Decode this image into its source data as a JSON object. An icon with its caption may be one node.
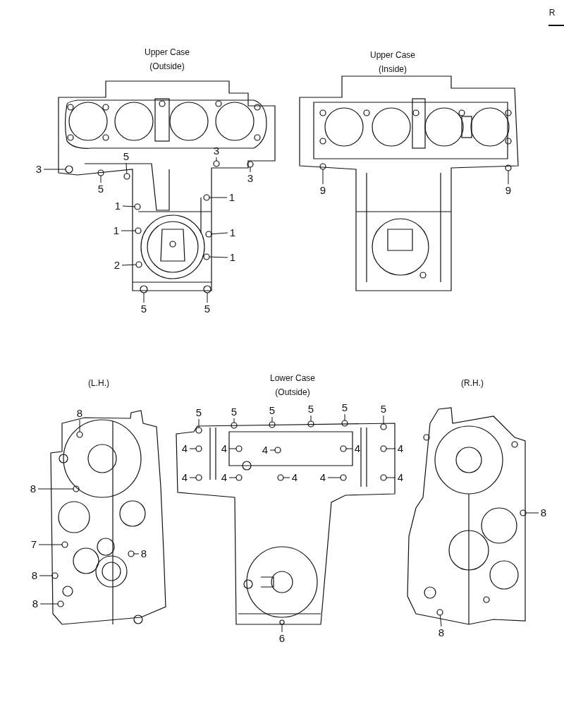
{
  "diagram": {
    "nodes": [
      {
        "text": [
          "3"
        ]
      },
      {
        "text": [
          "5"
        ]
      },
      {
        "text": [
          "3"
        ]
      },
      {
        "text": [
          "3"
        ]
      },
      {
        "text": [
          "5"
        ]
      },
      {
        "text": [
          "1"
        ]
      },
      {
        "text": [
          "1"
        ]
      },
      {
        "text": [
          "1"
        ]
      },
      {
        "text": [
          "1"
        ]
      },
      {
        "text": [
          "1"
        ]
      },
      {
        "text": [
          "2"
        ]
      },
      {
        "text": [
          "5"
        ]
      },
      {
        "text": [
          "5"
        ]
      },
      {
        "text": [
          "9"
        ]
      },
      {
        "text": [
          "9"
        ]
      },
      {
        "text": [
          "8"
        ]
      },
      {
        "text": [
          "8"
        ]
      },
      {
        "text": [
          "7"
        ]
      },
      {
        "text": [
          "8"
        ]
      },
      {
        "text": [
          "8"
        ]
      },
      {
        "text": [
          "8"
        ]
      },
      {
        "text": [
          "5"
        ]
      },
      {
        "text": [
          "5"
        ]
      },
      {
        "text": [
          "5"
        ]
      },
      {
        "text": [
          "5"
        ]
      },
      {
        "text": [
          "5"
        ]
      },
      {
        "text": [
          "5"
        ]
      },
      {
        "text": [
          "4"
        ]
      },
      {
        "text": [
          "4"
        ]
      },
      {
        "text": [
          "4"
        ]
      },
      {
        "text": [
          "4"
        ]
      },
      {
        "text": [
          "4"
        ]
      },
      {
        "text": [
          "4"
        ]
      },
      {
        "text": [
          "4"
        ]
      },
      {
        "text": [
          "4"
        ]
      },
      {
        "text": [
          "4"
        ]
      },
      {
        "text": [
          "4"
        ]
      },
      {
        "text": [
          "6"
        ]
      },
      {
        "text": [
          "8"
        ]
      },
      {
        "text": [
          "8"
        ]
      },
      {
        "text": [],
        "shape": "circle"
      },
      {
        "text": [],
        "shape": "circle"
      },
      {
        "text": [],
        "shape": "circle"
      },
      {
        "text": [],
        "shape": "circle"
      },
      {
        "text": [],
        "shape": "circle"
      },
      {
        "text": [],
        "shape": "circle"
      },
      {
        "text": [],
        "shape": "circle"
      },
      {
        "text": [],
        "shape": "circle"
      },
      {
        "text": [],
        "shape": "circle"
      },
      {
        "text": [],
        "shape": "circle"
      },
      {
        "text": [],
        "shape": "circle"
      },
      {
        "text": [],
        "shape": "circle"
      },
      {
        "text": [],
        "shape": "circle"
      },
      {
        "text": [],
        "shape": "circle"
      },
      {
        "text": [],
        "shape": "circle"
      },
      {
        "text": [],
        "shape": "circle"
      },
      {
        "text": [],
        "shape": "circle"
      },
      {
        "text": [],
        "shape": "circle"
      },
      {
        "text": [],
        "shape": "circle"
      },
      {
        "text": [],
        "shape": "circle"
      },
      {
        "text": [],
        "shape": "circle"
      },
      {
        "text": [],
        "shape": "circle"
      },
      {
        "text": [],
        "shape": "circle"
      },
      {
        "text": [],
        "shape": "circle"
      },
      {
        "text": [],
        "shape": "circle"
      },
      {
        "text": [],
        "shape": "circle"
      },
      {
        "text": [],
        "shape": "circle"
      },
      {
        "text": [],
        "shape": "circle"
      },
      {
        "text": [],
        "shape": "circle"
      },
      {
        "text": [],
        "shape": "circle"
      },
      {
        "text": [],
        "shape": "circle"
      },
      {
        "text": [],
        "shape": "circle"
      },
      {
        "text": [],
        "shape": "circle"
      },
      {
        "text": [],
        "shape": "circle"
      },
      {
        "text": [],
        "shape": "circle"
      },
      {
        "text": [],
        "shape": "circle"
      },
      {
        "text": [],
        "shape": "circle"
      },
      {
        "text": [],
        "shape": "circle"
      },
      {
        "text": [],
        "shape": "circle"
      },
      {
        "text": [],
        "shape": "circle"
      }
    ],
    "edges": [
      {
        "from": 0,
        "to": 40,
        "arrow": "none"
      },
      {
        "from": 1,
        "to": 41,
        "arrow": "none"
      },
      {
        "from": 2,
        "to": 42,
        "arrow": "none"
      },
      {
        "from": 3,
        "to": 43,
        "arrow": "none"
      },
      {
        "from": 4,
        "to": 44,
        "arrow": "none"
      },
      {
        "from": 5,
        "to": 45,
        "arrow": "none"
      },
      {
        "from": 6,
        "to": 46,
        "arrow": "none"
      },
      {
        "from": 7,
        "to": 47,
        "arrow": "none"
      },
      {
        "from": 8,
        "to": 48,
        "arrow": "none"
      },
      {
        "from": 9,
        "to": 49,
        "arrow": "none"
      },
      {
        "from": 10,
        "to": 50,
        "arrow": "none"
      },
      {
        "from": 11,
        "to": 51,
        "arrow": "none"
      },
      {
        "from": 12,
        "to": 52,
        "arrow": "none"
      },
      {
        "from": 13,
        "to": 53,
        "arrow": "none"
      },
      {
        "from": 14,
        "to": 54,
        "arrow": "none"
      },
      {
        "from": 15,
        "to": 55,
        "arrow": "none"
      },
      {
        "from": 16,
        "to": 56,
        "arrow": "none"
      },
      {
        "from": 17,
        "to": 57,
        "arrow": "none"
      },
      {
        "from": 18,
        "to": 58,
        "arrow": "none"
      },
      {
        "from": 19,
        "to": 59,
        "arrow": "none"
      },
      {
        "from": 20,
        "to": 60,
        "arrow": "none"
      },
      {
        "from": 21,
        "to": 61,
        "arrow": "none"
      },
      {
        "from": 22,
        "to": 62,
        "arrow": "none"
      },
      {
        "from": 23,
        "to": 63,
        "arrow": "none"
      },
      {
        "from": 24,
        "to": 64,
        "arrow": "none"
      },
      {
        "from": 25,
        "to": 65,
        "arrow": "none"
      },
      {
        "from": 26,
        "to": 66,
        "arrow": "none"
      },
      {
        "from": 27,
        "to": 67,
        "arrow": "none"
      },
      {
        "from": 28,
        "to": 68,
        "arrow": "none"
      },
      {
        "from": 29,
        "to": 69,
        "arrow": "none"
      },
      {
        "from": 30,
        "to": 70,
        "arrow": "none"
      },
      {
        "from": 31,
        "to": 71,
        "arrow": "none"
      },
      {
        "from": 32,
        "to": 72,
        "arrow": "none"
      },
      {
        "from": 33,
        "to": 73,
        "arrow": "none"
      },
      {
        "from": 34,
        "to": 74,
        "arrow": "none"
      },
      {
        "from": 35,
        "to": 75,
        "arrow": "none"
      },
      {
        "from": 36,
        "to": 76,
        "arrow": "none"
      },
      {
        "from": 37,
        "to": 77,
        "arrow": "none"
      },
      {
        "from": 38,
        "to": 78,
        "arrow": "none"
      },
      {
        "from": 39,
        "to": 79,
        "arrow": "none"
      }
    ],
    "labels": [
      "R",
      "Upper Case (Outside)",
      "Upper Case (Inside)",
      "(L.H.)",
      "Lower Case (Outside)",
      "(R.H.)"
    ]
  }
}
